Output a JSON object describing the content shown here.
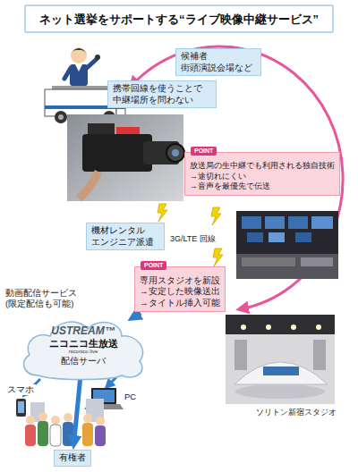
{
  "diagram": {
    "title": "ネット選挙をサポートする“ライブ映像中継サービス”",
    "nodes": [
      {
        "text": [
          "候補者 街頭演説会場など"
        ]
      },
      {
        "text": [
          "携帯回線を使うことで 中継場所を問わない"
        ]
      },
      {
        "text": [
          "POINT",
          "放送局の生中継でも利用される独自技術",
          "→途切れにくい",
          "→音声を最優先で伝送"
        ]
      },
      {
        "text": [
          "機材レンタル エンジニア派遣"
        ]
      },
      {
        "text": [
          "POINT",
          "専用スタジオを新設",
          "→安定した映像送出",
          "→タイトル挿入可能"
        ]
      },
      {
        "text": [
          "USTREAM™",
          "ニコニコ生放送",
          "niconico live",
          "配信サーバ"
        ]
      },
      {
        "text": [
          "有権者"
        ]
      }
    ],
    "edges": [
      {
        "from": 4,
        "to": 5,
        "arrow": "to"
      },
      {
        "from": 5,
        "to": 6,
        "arrow": "to"
      }
    ],
    "labels": [
      "3G/LTE 回線",
      "動画配信サービス (限定配信も可能)",
      "スマホ",
      "PC",
      "ソリトン新宿スタジオ"
    ]
  }
}
